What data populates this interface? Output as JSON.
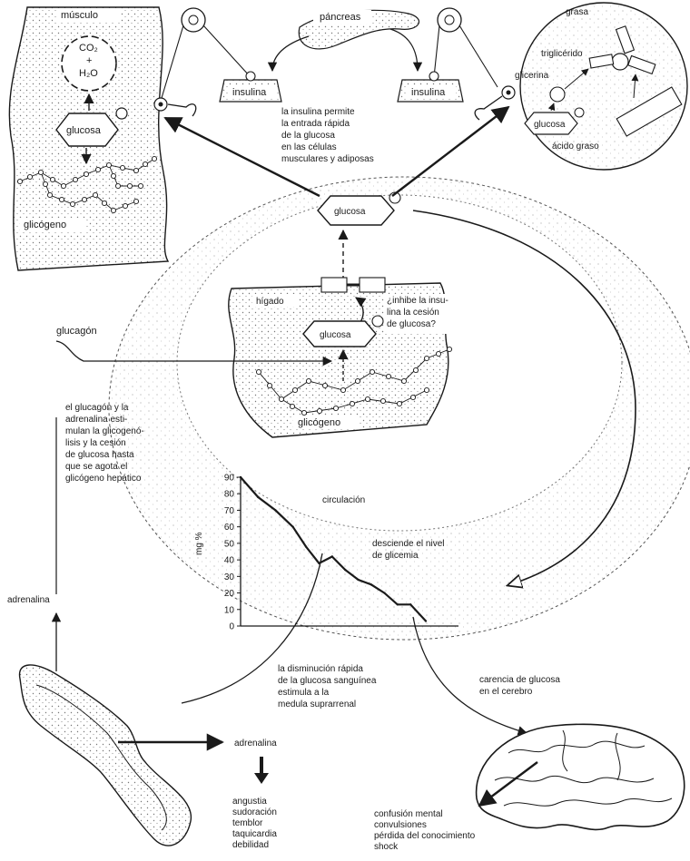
{
  "muscle": {
    "title": "músculo",
    "co2": "CO₂",
    "plus": "+",
    "h2o": "H₂O",
    "glucose": "glucosa",
    "glycogen": "glicógeno"
  },
  "pancreas": {
    "label": "páncreas",
    "insulin_left": "insulina",
    "insulin_right": "insulina",
    "insulin_note": [
      "la insulina permite",
      "la entrada rápida",
      "de la glucosa",
      "en las células",
      "musculares y adiposas"
    ]
  },
  "fat": {
    "fat": "grasa",
    "triglyceride": "triglicérido",
    "glycerin": "glicerina",
    "glucose": "glucosa",
    "fatty_acid": "ácido graso"
  },
  "blood": {
    "glucose": "glucosa",
    "circulation": "circulación",
    "level_note": [
      "desciende el nivel",
      "de glicemia"
    ]
  },
  "liver": {
    "label": "hígado",
    "question": [
      "¿inhibe la insu-",
      "lina la cesión",
      "de glucosa?"
    ],
    "glucose": "glucosa",
    "glycogen": "glicógeno"
  },
  "glucagon": {
    "label": "glucagón",
    "note": [
      "el glucagón y la",
      "adrenalina esti-",
      "mulan la glicogenó-",
      "lisis y la cesión",
      "de glucosa hasta",
      "que se agota el",
      "glicógeno hepático"
    ]
  },
  "adrenal": {
    "adrenaline_left": "adrenalina",
    "adrenaline_right": "adrenalina",
    "drop_note": [
      "la disminución rápida",
      "de la glucosa sanguínea",
      "estimula a la",
      "medula suprarrenal"
    ],
    "symptoms": [
      "angustia",
      "sudoración",
      "temblor",
      "taquicardia",
      "debilidad"
    ]
  },
  "brain": {
    "lack_note": [
      "carencia de glucosa",
      "en el cerebro"
    ],
    "symptoms": [
      "confusión mental",
      "convulsiones",
      "pérdida del conocimiento",
      "shock"
    ]
  },
  "chart_data": {
    "type": "line",
    "ylabel": "mg %",
    "y_ticks": [
      0,
      10,
      20,
      30,
      40,
      50,
      60,
      70,
      80,
      90
    ],
    "ylim": [
      0,
      90
    ],
    "xlim": [
      0,
      10
    ],
    "series": [
      {
        "x": [
          0,
          0.8,
          1.6,
          2.4,
          3.0,
          3.6,
          4.2,
          4.8,
          5.4,
          6.0,
          6.6,
          7.2,
          7.8,
          8.5
        ],
        "values": [
          90,
          78,
          70,
          60,
          48,
          38,
          42,
          34,
          28,
          25,
          20,
          13,
          13,
          3
        ]
      }
    ]
  }
}
